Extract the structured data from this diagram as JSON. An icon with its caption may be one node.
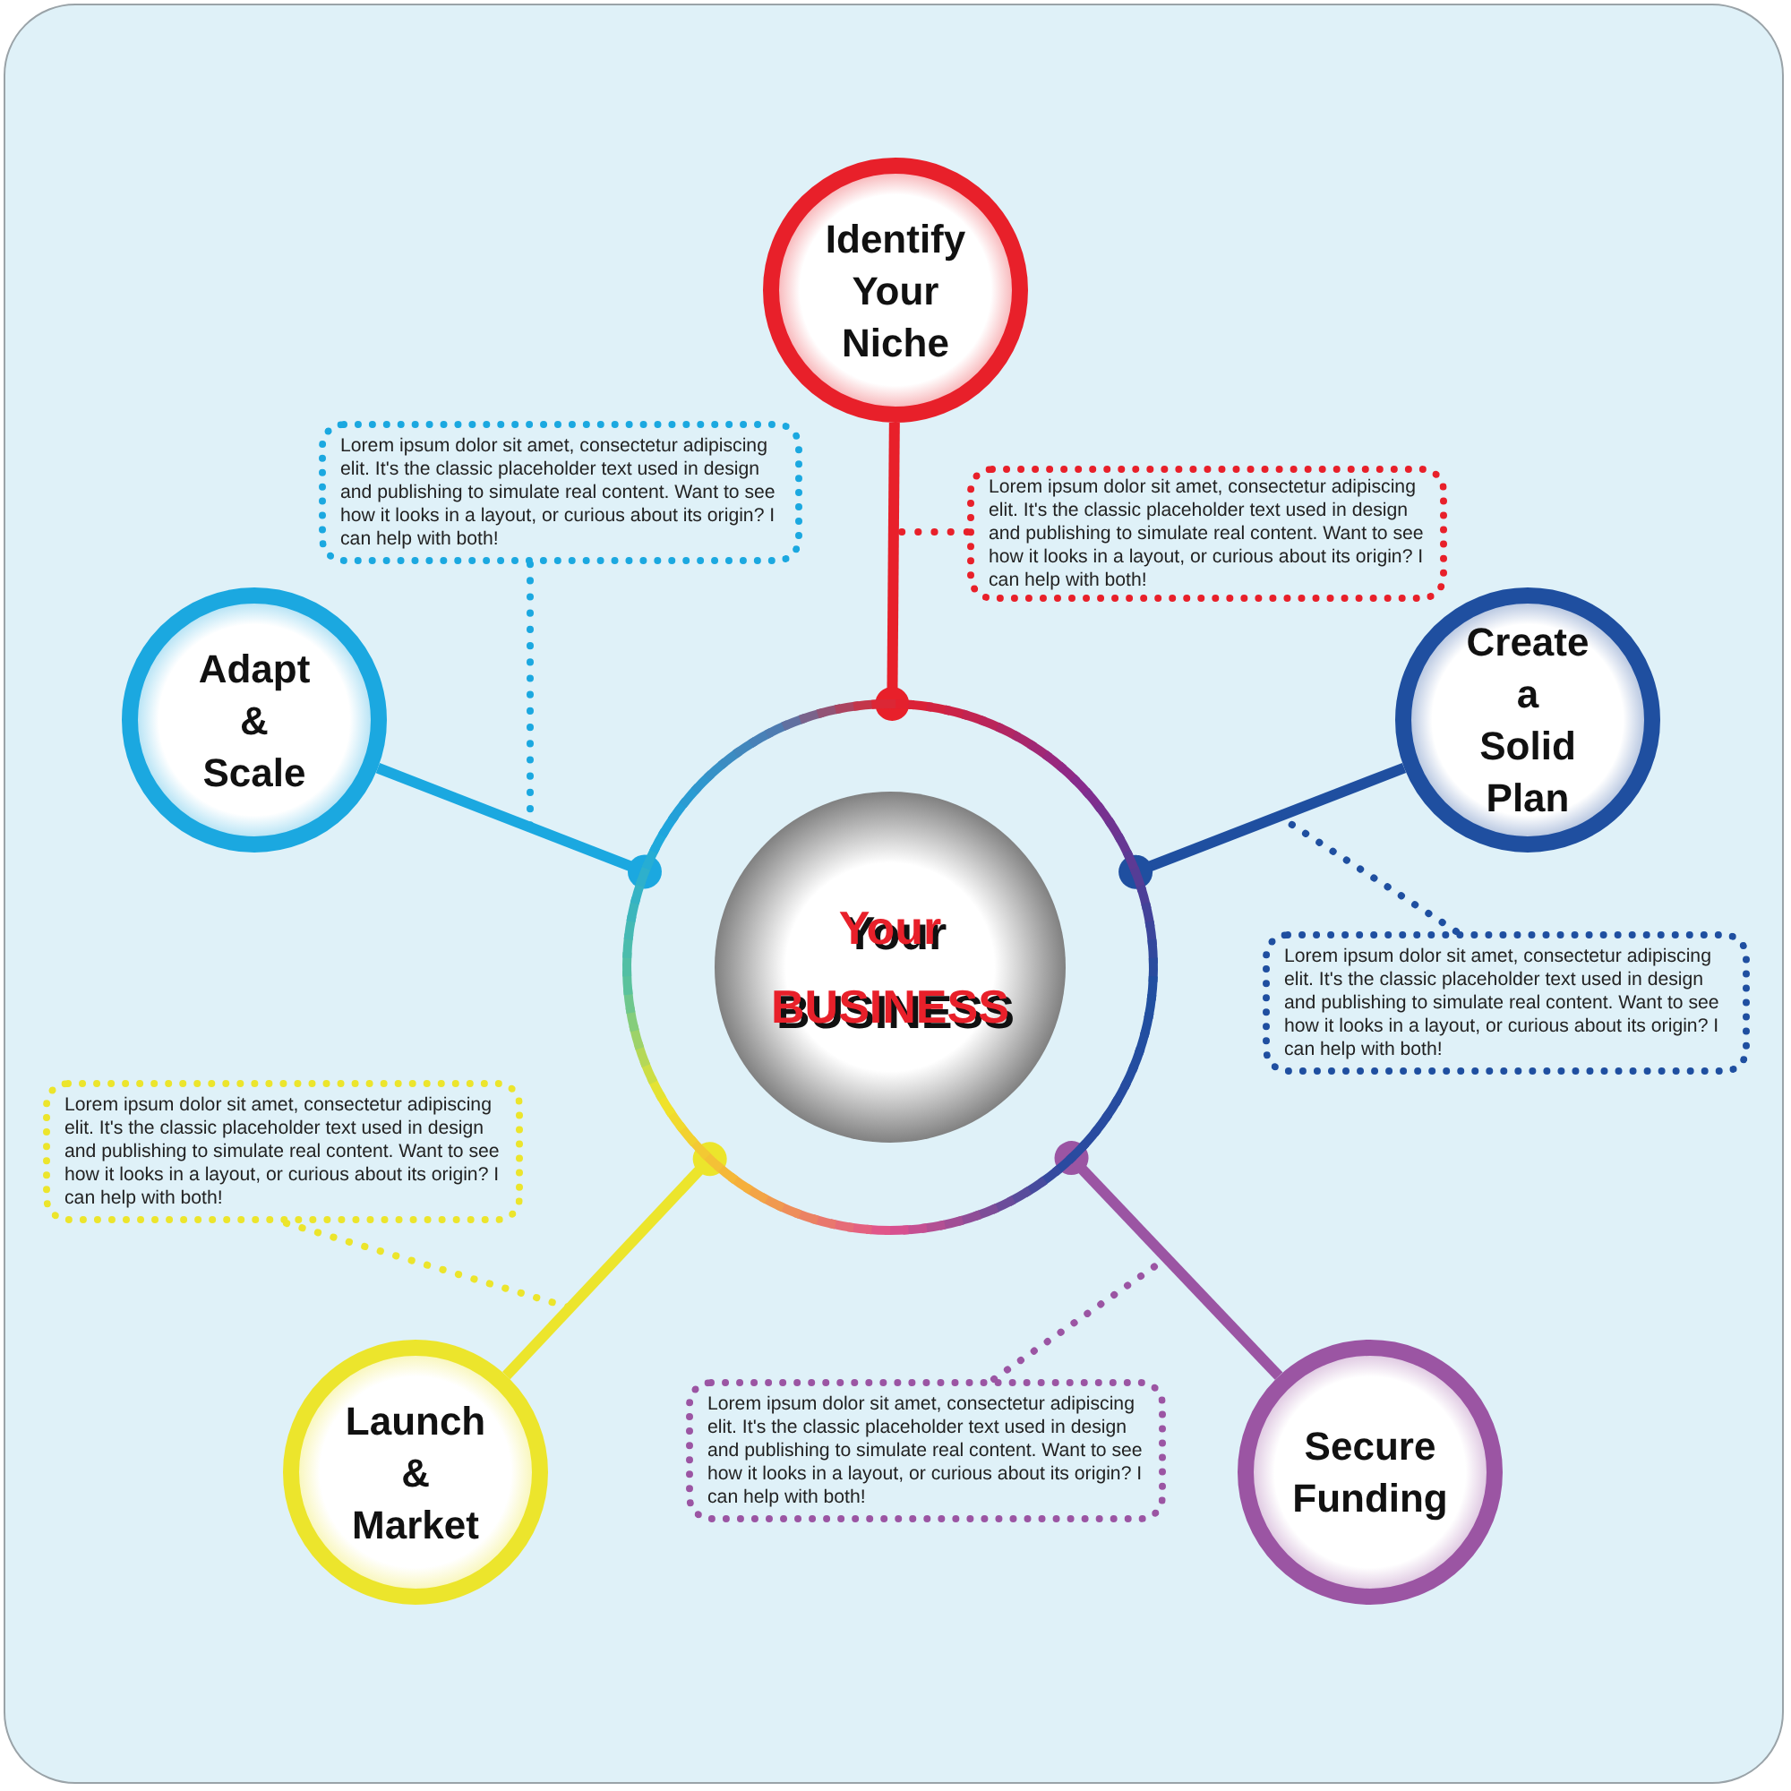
{
  "diagram": {
    "nodes": [
      {
        "text": [],
        "shape": "circle"
      },
      {
        "text": [
          "Your BUSINESS"
        ],
        "in": 0
      },
      {
        "text": [
          "Identify Your Niche"
        ]
      },
      {
        "text": [
          "Create a Solid Plan"
        ]
      },
      {
        "text": [
          "Secure Funding"
        ]
      },
      {
        "text": [
          "Launch & Market"
        ]
      },
      {
        "text": [
          "Adapt & Scale"
        ]
      },
      {
        "text": [
          "Lorem ipsum dolor sit amet, consectetur adipiscing elit. It's the classic placeholder text used in design and publishing to simulate real content. Want to see how it looks in a layout, or curious about its origin? I can help with both!"
        ]
      },
      {
        "text": [
          "Lorem ipsum dolor sit amet, consectetur adipiscing elit. It's the classic placeholder text used in design and publishing to simulate real content. Want to see how it looks in a layout, or curious about its origin? I can help with both!"
        ]
      },
      {
        "text": [
          "Lorem ipsum dolor sit amet, consectetur adipiscing elit. It's the classic placeholder text used in design and publishing to simulate real content. Want to see how it looks in a layout, or curious about its origin? I can help with both!"
        ]
      },
      {
        "text": [
          "Lorem ipsum dolor sit amet, consectetur adipiscing elit. It's the classic placeholder text used in design and publishing to simulate real content. Want to see how it looks in a layout, or curious about its origin? I can help with both!"
        ]
      },
      {
        "text": [
          "Lorem ipsum dolor sit amet, consectetur adipiscing elit. It's the classic placeholder text used in design and publishing to simulate real content. Want to see how it looks in a layout, or curious about its origin? I can help with both!"
        ]
      }
    ],
    "edges": [
      {
        "from": 2,
        "to": 0,
        "arrow": "other",
        "color": "#e8202a"
      },
      {
        "from": 3,
        "to": 0,
        "arrow": "other",
        "color": "#1f4fa0"
      },
      {
        "from": 4,
        "to": 0,
        "arrow": "other",
        "color": "#9b55a3"
      },
      {
        "from": 5,
        "to": 0,
        "arrow": "other",
        "color": "#ece52c"
      },
      {
        "from": 6,
        "to": 0,
        "arrow": "other",
        "color": "#1ba8e0"
      },
      {
        "from": 7,
        "to": null,
        "arrow": "none",
        "style": "dashed",
        "color": "#e8202a"
      },
      {
        "from": 8,
        "to": null,
        "arrow": "none",
        "style": "dashed",
        "color": "#1f4fa0"
      },
      {
        "from": 9,
        "to": null,
        "arrow": "none",
        "style": "dashed",
        "color": "#9b55a3"
      },
      {
        "from": 10,
        "to": null,
        "arrow": "none",
        "style": "dashed",
        "color": "#ece52c"
      },
      {
        "from": 11,
        "to": null,
        "arrow": "none",
        "style": "dashed",
        "color": "#1ba8e0"
      }
    ]
  }
}
